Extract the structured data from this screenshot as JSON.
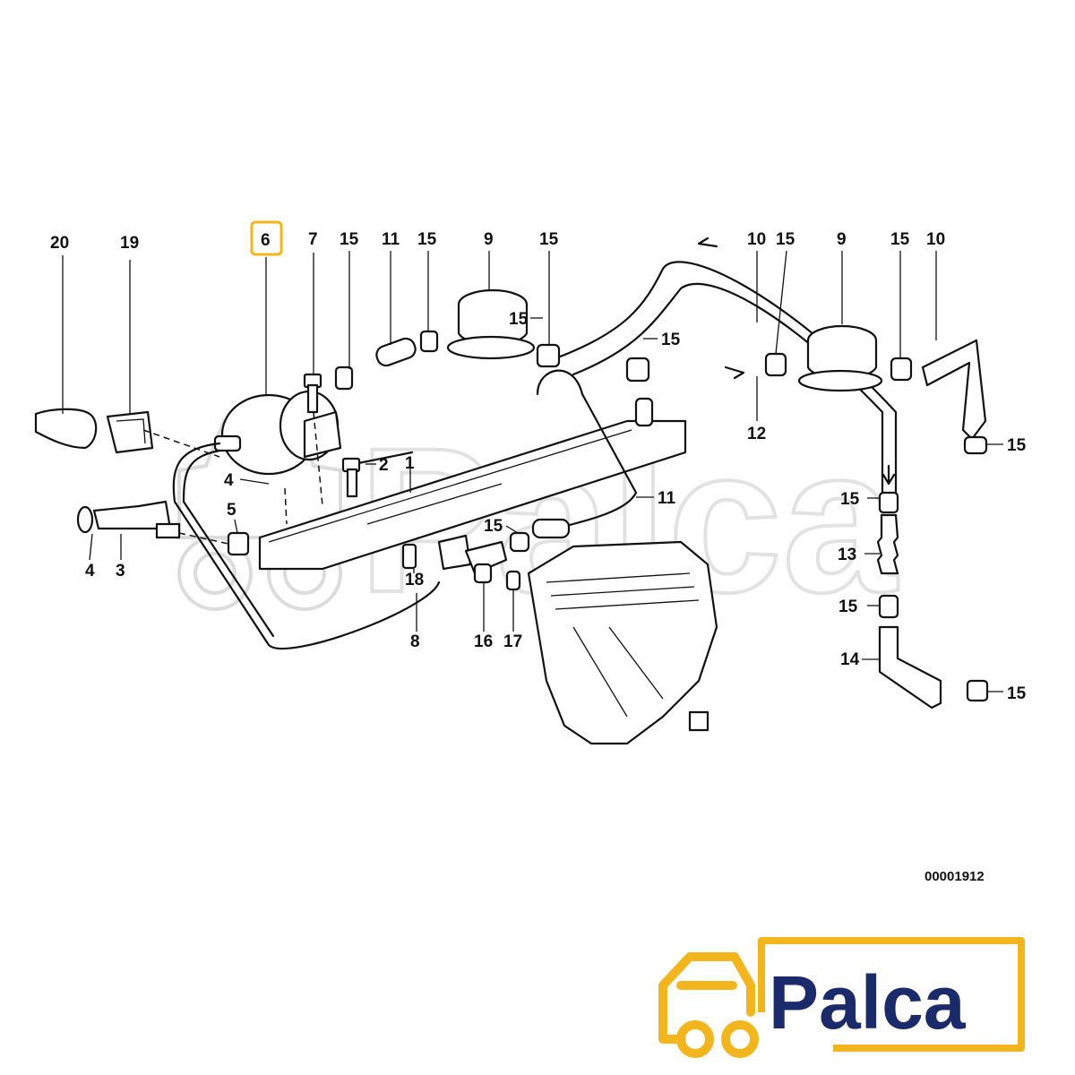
{
  "diagram": {
    "highlighted_callout": "6",
    "highlight_color": "#f2b51b",
    "reference_number": "00001912",
    "watermark_text": "Palca",
    "callouts": {
      "c20": "20",
      "c19": "19",
      "c6": "6",
      "c7": "7",
      "c15a": "15",
      "c11a": "11",
      "c15b": "15",
      "c9a": "9",
      "c15c": "15",
      "c10a": "10",
      "c15d": "15",
      "c9b": "9",
      "c15e": "15",
      "c10b": "10",
      "c15f": "15",
      "c15g": "15",
      "c12": "12",
      "c15h": "15",
      "c2": "2",
      "c1": "1",
      "c4a": "4",
      "c11b": "11",
      "c15i": "15",
      "c5": "5",
      "c4b": "4",
      "c3": "3",
      "c15j": "15",
      "c13": "13",
      "c18": "18",
      "c15k": "15",
      "c8": "8",
      "c16": "16",
      "c17": "17",
      "c14": "14",
      "c15l": "15"
    }
  },
  "logo": {
    "text": "Palca",
    "text_color": "#1b2a6b",
    "icon": "car-icon",
    "icon_color": "#f2b51b"
  }
}
